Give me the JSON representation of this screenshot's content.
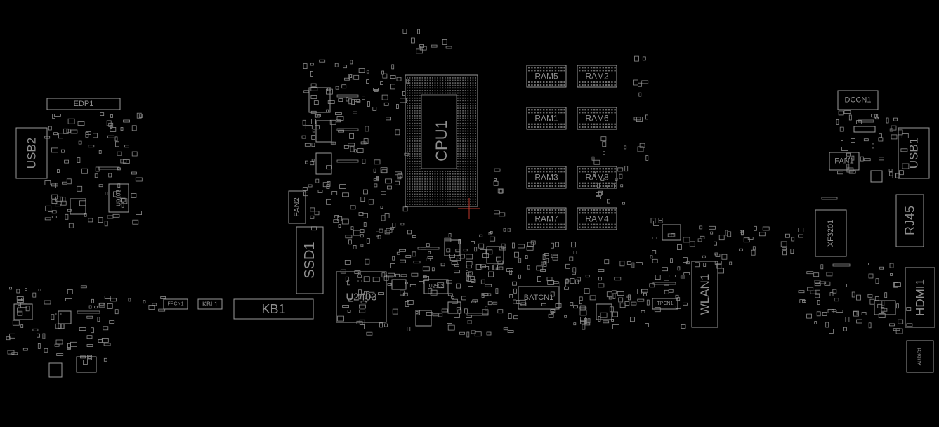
{
  "viewer": {
    "background": "#000000",
    "outline_color": "#9a9a9a",
    "label_color": "#8f8f8f",
    "cursor_color": "#c0392b"
  },
  "components": [
    {
      "ref": "EDP1",
      "label": "EDP1"
    },
    {
      "ref": "USB2",
      "label": "USB2"
    },
    {
      "ref": "U9101",
      "label": "U9101"
    },
    {
      "ref": "FAN2",
      "label": "FAN2"
    },
    {
      "ref": "SSD1",
      "label": "SSD1"
    },
    {
      "ref": "CPU1",
      "label": "CPU1"
    },
    {
      "ref": "RAM5",
      "label": "RAM5"
    },
    {
      "ref": "RAM2",
      "label": "RAM2"
    },
    {
      "ref": "RAM1",
      "label": "RAM1"
    },
    {
      "ref": "RAM6",
      "label": "RAM6"
    },
    {
      "ref": "RAM3",
      "label": "RAM3"
    },
    {
      "ref": "RAM8",
      "label": "RAM8"
    },
    {
      "ref": "RAM7",
      "label": "RAM7"
    },
    {
      "ref": "RAM4",
      "label": "RAM4"
    },
    {
      "ref": "U2403",
      "label": "U2403"
    },
    {
      "ref": "U2502",
      "label": "U2502"
    },
    {
      "ref": "KB1",
      "label": "KB1"
    },
    {
      "ref": "KBL1",
      "label": "KBL1"
    },
    {
      "ref": "FPCN1",
      "label": "FPCN1"
    },
    {
      "ref": "BATCN1",
      "label": "BATCN1"
    },
    {
      "ref": "TPCN1",
      "label": "TPCN1"
    },
    {
      "ref": "WLAN1",
      "label": "WLAN1"
    },
    {
      "ref": "XF3201",
      "label": "XF3201"
    },
    {
      "ref": "DCCN1",
      "label": "DCCN1"
    },
    {
      "ref": "FAN1",
      "label": "FAN1"
    },
    {
      "ref": "USB1",
      "label": "USB1"
    },
    {
      "ref": "RJ45",
      "label": "RJ45"
    },
    {
      "ref": "HDMI1",
      "label": "HDMI1"
    },
    {
      "ref": "AUDIO1",
      "label": "AUDIO1"
    }
  ]
}
